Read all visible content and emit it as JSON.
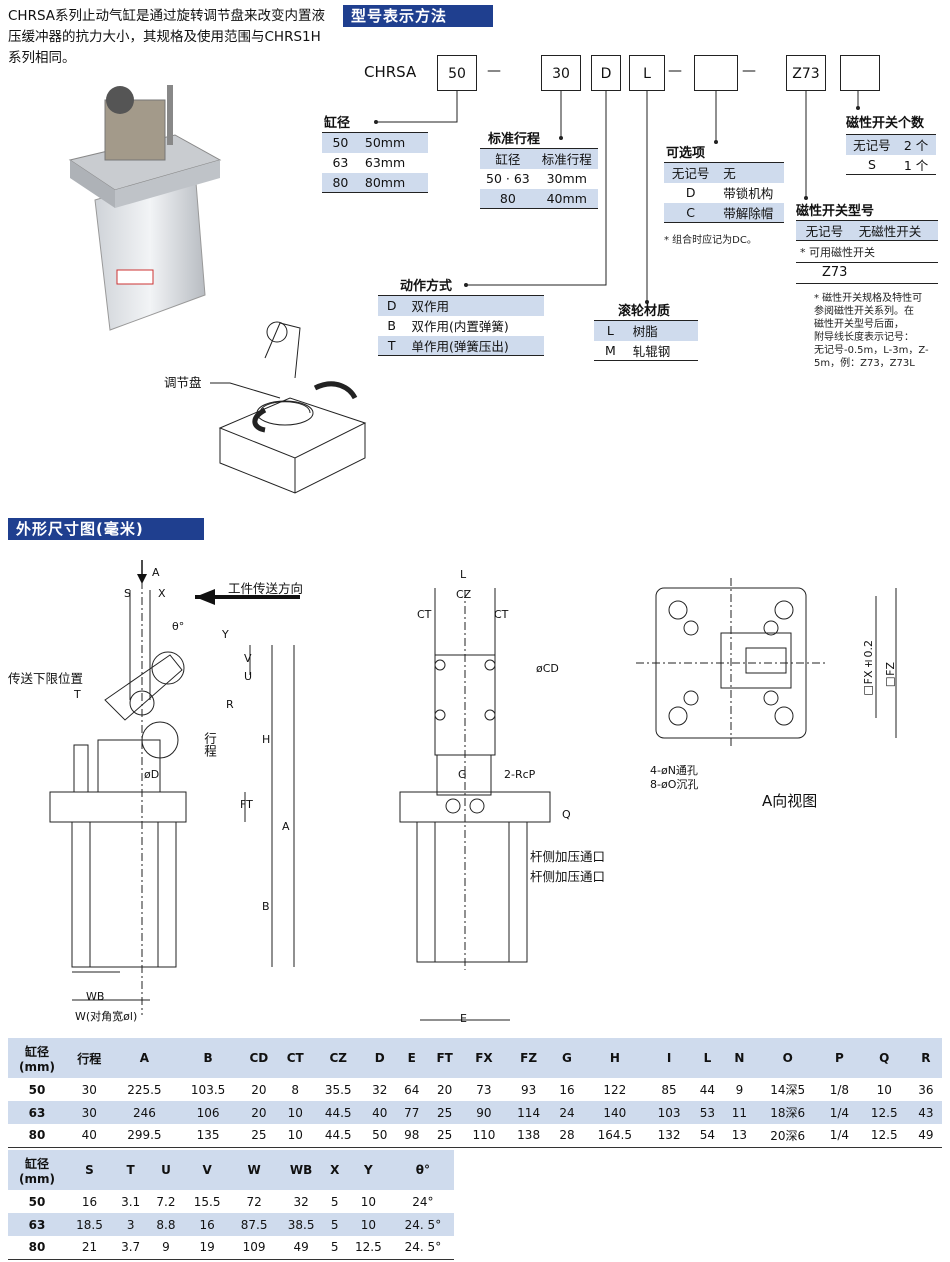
{
  "intro": "CHRSA系列止动气缸是通过旋转调节盘来改变内置液压缓冲器的抗力大小，其规格及使用范围与CHRS1H系列相同。",
  "sections": {
    "model": "型号表示方法",
    "dims": "外形尺寸图(毫米)"
  },
  "model": {
    "prefix": "CHRSA",
    "boxes": [
      "50",
      "30",
      "D",
      "L",
      "",
      "Z73",
      ""
    ],
    "dash": "—"
  },
  "bore": {
    "title": "缸径",
    "rows": [
      [
        "50",
        "50mm"
      ],
      [
        "63",
        "63mm"
      ],
      [
        "80",
        "80mm"
      ]
    ]
  },
  "stroke": {
    "title": "标准行程",
    "head": [
      "缸径",
      "标准行程"
    ],
    "rows": [
      [
        "50 · 63",
        "30mm"
      ],
      [
        "80",
        "40mm"
      ]
    ]
  },
  "option": {
    "title": "可选项",
    "rows": [
      [
        "无记号",
        "无"
      ],
      [
        "D",
        "带锁机构"
      ],
      [
        "C",
        "带解除帽"
      ]
    ],
    "note": "* 组合时应记为DC。"
  },
  "switch_count": {
    "title": "磁性开关个数",
    "rows": [
      [
        "无记号",
        "2 个"
      ],
      [
        "S",
        "1 个"
      ]
    ]
  },
  "switch_type": {
    "title": "磁性开关型号",
    "rows": [
      [
        "无记号",
        "无磁性开关"
      ]
    ],
    "avail": "* 可用磁性开关",
    "model": "Z73",
    "note": [
      "* 磁性开关规格及特性可",
      "参阅磁性开关系列。在",
      "磁性开关型号后面，",
      "附导线长度表示记号：",
      "无记号-0.5m，L-3m，Z-",
      "5m，例：Z73，Z73L"
    ]
  },
  "action": {
    "title": "动作方式",
    "rows": [
      [
        "D",
        "双作用"
      ],
      [
        "B",
        "双作用(内置弹簧)"
      ],
      [
        "T",
        "单作用(弹簧压出)"
      ]
    ]
  },
  "roller": {
    "title": "滚轮材质",
    "rows": [
      [
        "L",
        "树脂"
      ],
      [
        "M",
        "轧辊钢"
      ]
    ]
  },
  "callouts": {
    "dial": "调节盘",
    "feed": "工件传送方向",
    "lower_pos": "传送下限位置",
    "stroke_lbl": "行程",
    "port1": "杆侧加压通口",
    "port2": "杆侧加压通口",
    "holes1": "4-øN通孔",
    "holes2": "8-øO沉孔",
    "view": "A向视图",
    "w_label": "W(对角宽øl)",
    "rcp": "2-RcP",
    "fx": "□FX±0.2",
    "fz": "□FZ"
  },
  "dimension_labels": {
    "left": [
      "A",
      "S",
      "X",
      "θ°",
      "Y",
      "V",
      "U",
      "T",
      "R",
      "H",
      "øD",
      "FT",
      "A",
      "B",
      "WB"
    ],
    "mid": [
      "L",
      "CZ",
      "CT",
      "CT",
      "øCD",
      "G",
      "Q",
      "E"
    ]
  },
  "table1": {
    "header": [
      "缸径\n(mm)",
      "行程",
      "A",
      "B",
      "CD",
      "CT",
      "CZ",
      "D",
      "E",
      "FT",
      "FX",
      "FZ",
      "G",
      "H",
      "I",
      "L",
      "N",
      "O",
      "P",
      "Q",
      "R"
    ],
    "rows": [
      [
        "50",
        "30",
        "225.5",
        "103.5",
        "20",
        "8",
        "35.5",
        "32",
        "64",
        "20",
        "73",
        "93",
        "16",
        "122",
        "85",
        "44",
        "9",
        "14深5",
        "1/8",
        "10",
        "36"
      ],
      [
        "63",
        "30",
        "246",
        "106",
        "20",
        "10",
        "44.5",
        "40",
        "77",
        "25",
        "90",
        "114",
        "24",
        "140",
        "103",
        "53",
        "11",
        "18深6",
        "1/4",
        "12.5",
        "43"
      ],
      [
        "80",
        "40",
        "299.5",
        "135",
        "25",
        "10",
        "44.5",
        "50",
        "98",
        "25",
        "110",
        "138",
        "28",
        "164.5",
        "132",
        "54",
        "13",
        "20深6",
        "1/4",
        "12.5",
        "49"
      ]
    ]
  },
  "table2": {
    "header": [
      "缸径\n(mm)",
      "S",
      "T",
      "U",
      "V",
      "W",
      "WB",
      "X",
      "Y",
      "θ°"
    ],
    "rows": [
      [
        "50",
        "16",
        "3.1",
        "7.2",
        "15.5",
        "72",
        "32",
        "5",
        "10",
        "24°"
      ],
      [
        "63",
        "18.5",
        "3",
        "8.8",
        "16",
        "87.5",
        "38.5",
        "5",
        "10",
        "24. 5°"
      ],
      [
        "80",
        "21",
        "3.7",
        "9",
        "19",
        "109",
        "49",
        "5",
        "12.5",
        "24. 5°"
      ]
    ]
  }
}
